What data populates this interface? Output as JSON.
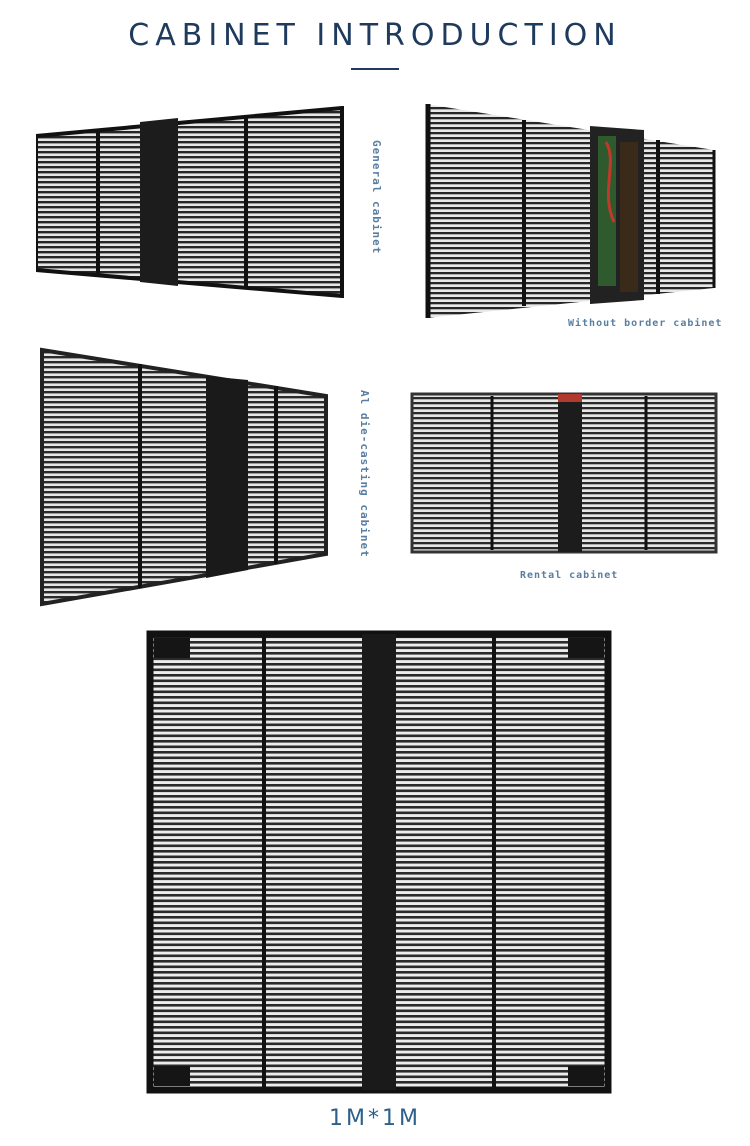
{
  "header": {
    "title": "CABINET INTRODUCTION"
  },
  "cabinets": {
    "general": {
      "label": "General cabinet"
    },
    "without_border": {
      "label": "Without border cabinet"
    },
    "al_die_casting": {
      "label": "Al die-casting cabinet"
    },
    "rental": {
      "label": "Rental cabinet"
    }
  },
  "footer": {
    "size_label": "1M*1M"
  },
  "colors": {
    "title": "#1e3a5c",
    "label": "#5a7ea0",
    "frame": "#1a1a1a"
  }
}
